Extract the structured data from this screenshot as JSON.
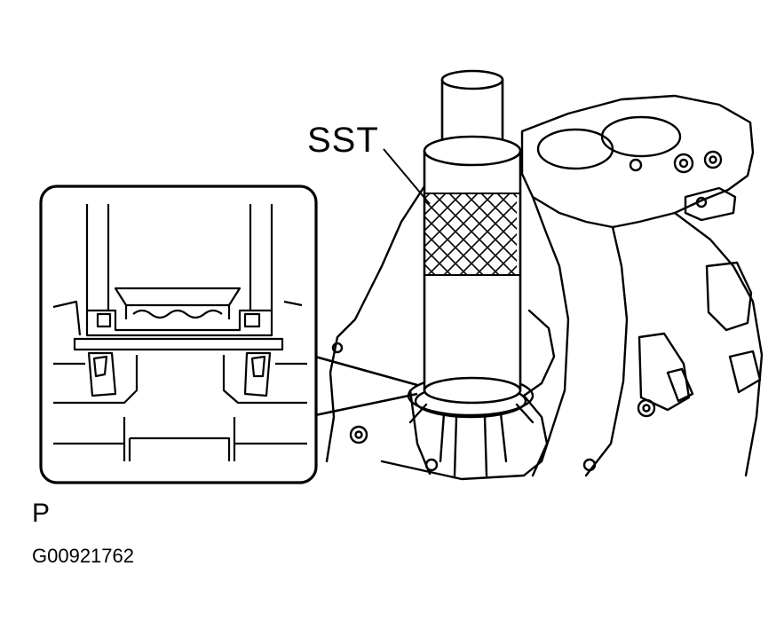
{
  "callout": {
    "label": "SST"
  },
  "view_mark": "P",
  "figure_code": "G00921762",
  "colors": {
    "line": "#000000",
    "background": "#ffffff"
  }
}
